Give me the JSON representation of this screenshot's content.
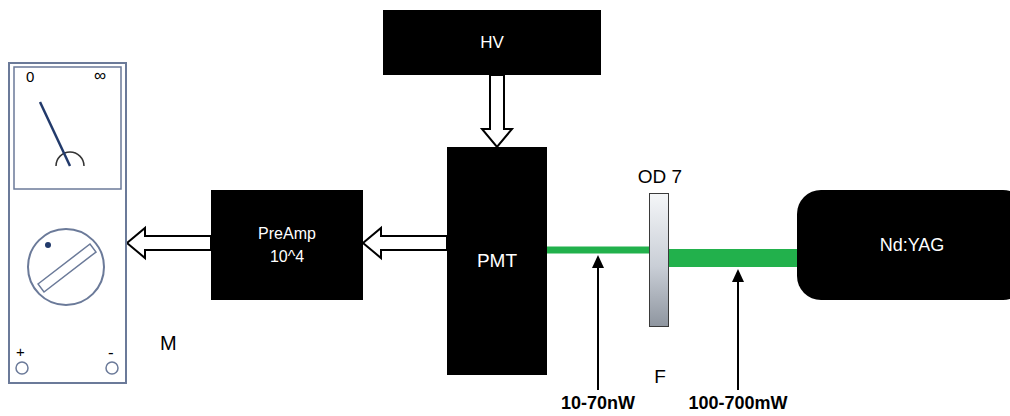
{
  "diagram": {
    "nodes": [
      {
        "text": [
          "HV"
        ]
      },
      {
        "text": [
          "0",
          "∞",
          "+",
          "-",
          "M"
        ]
      },
      {
        "text": [
          "PreAmp 10^4"
        ]
      },
      {
        "text": [
          "PMT"
        ]
      },
      {
        "text": [
          "OD 7",
          "F"
        ]
      },
      {
        "text": [
          "Nd:YAG"
        ]
      }
    ],
    "edges": [
      {
        "from": 0,
        "to": 3,
        "arrow": "to"
      },
      {
        "from": 3,
        "to": 2,
        "arrow": "to"
      },
      {
        "from": 2,
        "to": 1,
        "arrow": "to"
      },
      {
        "from": 5,
        "to": 4,
        "arrow": "none"
      },
      {
        "from": 4,
        "to": 3,
        "arrow": "none"
      }
    ],
    "labels": [
      "10-70nW",
      "100-700mW"
    ]
  }
}
